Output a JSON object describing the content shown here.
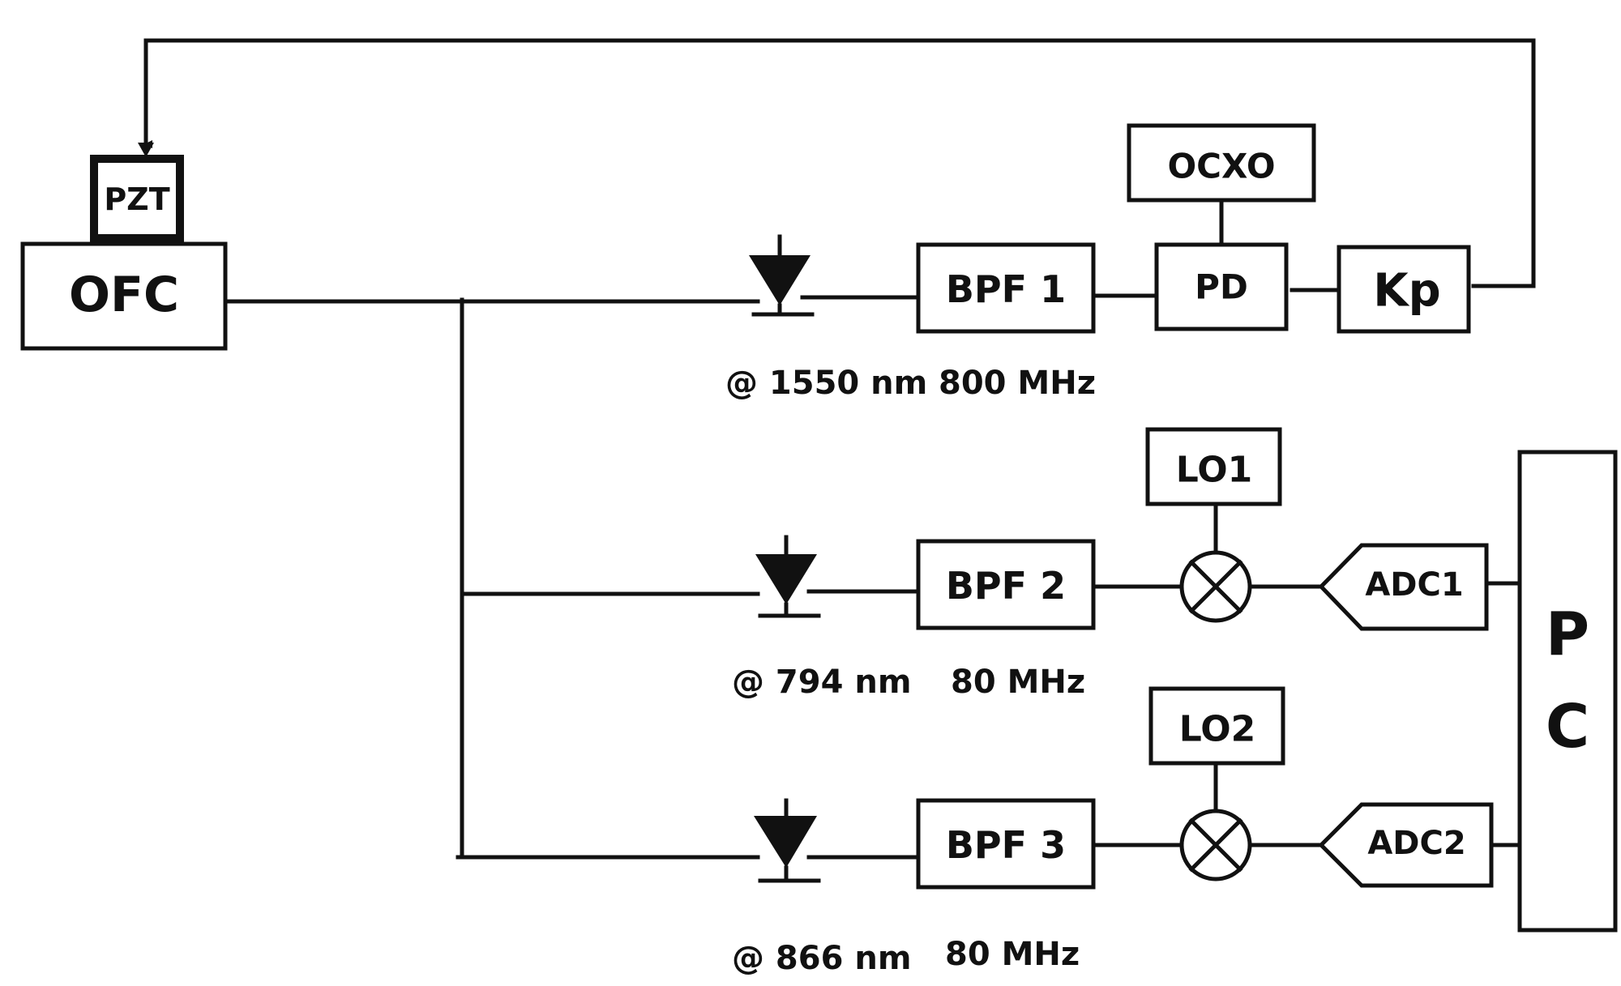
{
  "blocks": {
    "ofc": "OFC",
    "pzt": "PZT",
    "ocxo": "OCXO",
    "pd": "PD",
    "kp": "Kp",
    "bpf1": "BPF 1",
    "bpf2": "BPF 2",
    "bpf3": "BPF 3",
    "lo1": "LO1",
    "lo2": "LO2",
    "adc1": "ADC1",
    "adc2": "ADC2",
    "pc_top": "P",
    "pc_bottom": "C"
  },
  "captions": {
    "wave1": "@ 1550 nm",
    "freq1": "800 MHz",
    "wave2": "@ 794 nm",
    "freq2": "80 MHz",
    "wave3": "@ 866 nm",
    "freq3": "80 MHz"
  }
}
